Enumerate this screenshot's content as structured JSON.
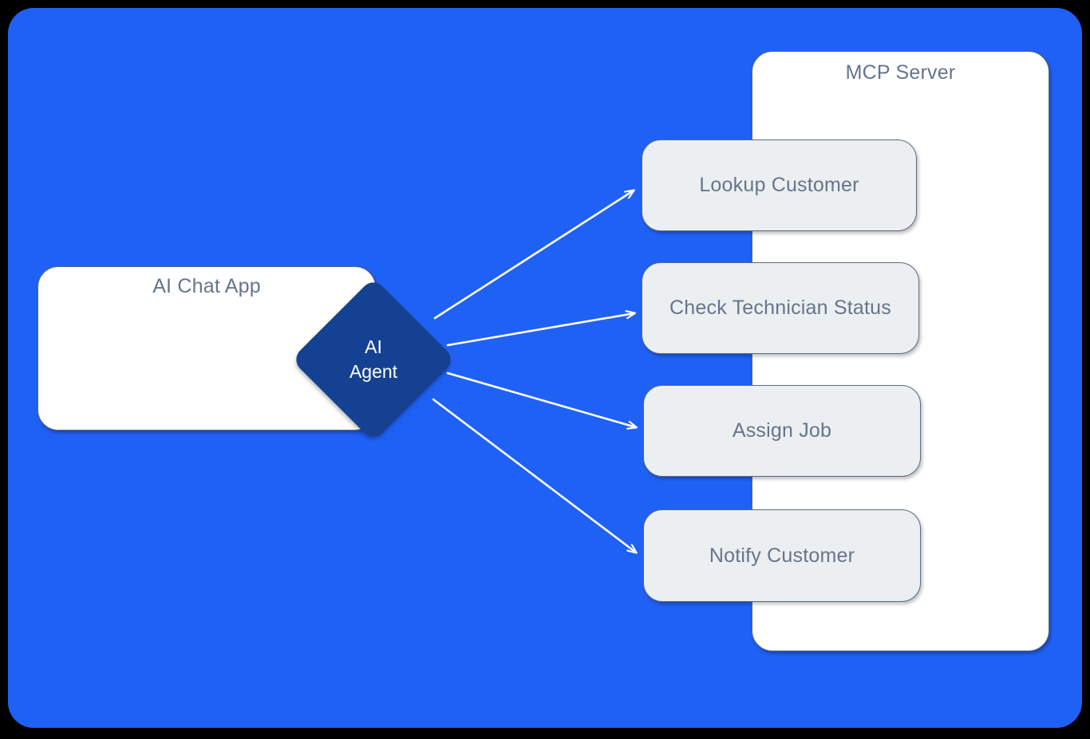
{
  "diagram": {
    "title_text_color": "#65758c",
    "background_color": "#2061f5",
    "agent_color": "#154193",
    "tool_fill_color": "#eceff1",
    "edge_color": "#ffffff",
    "client": {
      "label": "AI Chat App",
      "agent": {
        "line1": "AI",
        "line2": "Agent"
      }
    },
    "server": {
      "label": "MCP Server",
      "tools": [
        {
          "label": "Lookup Customer"
        },
        {
          "label": "Check Technician Status"
        },
        {
          "label": "Assign Job"
        },
        {
          "label": "Notify Customer"
        }
      ]
    },
    "edges": [
      {
        "from": "AI Agent",
        "to": "Lookup Customer"
      },
      {
        "from": "AI Agent",
        "to": "Check Technician Status"
      },
      {
        "from": "AI Agent",
        "to": "Assign Job"
      },
      {
        "from": "AI Agent",
        "to": "Notify Customer"
      }
    ]
  }
}
